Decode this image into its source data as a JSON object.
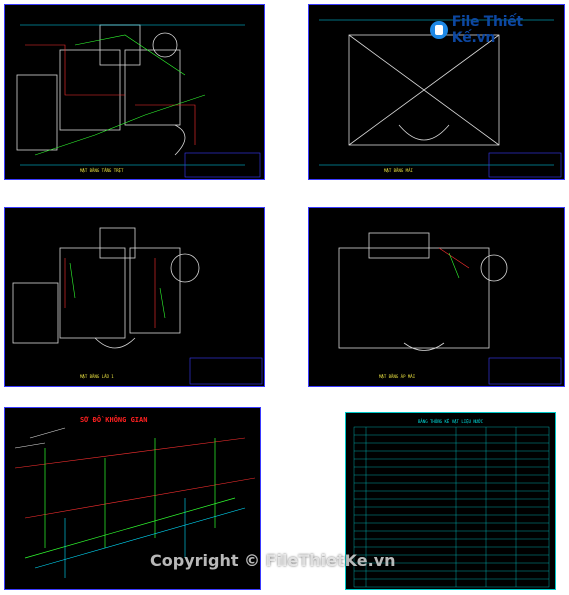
{
  "watermark": {
    "logo_text": "File Thiết Kế.vn",
    "copyright": "Copyright © FileThietKe.vn"
  },
  "sheets": [
    {
      "caption": "MẶT BẰNG TẦNG TRỆT"
    },
    {
      "caption": "MẶT BẰNG MÁI"
    },
    {
      "caption": "MẶT BẰNG LẦU 1"
    },
    {
      "caption": "MẶT BẰNG ÁP MÁI"
    },
    {
      "caption": "SƠ ĐỒ KHÔNG GIAN"
    },
    {
      "caption": "BẢNG THỐNG KÊ VẬT LIỆU NƯỚC"
    }
  ],
  "colors": {
    "sheet_bg": "#000000",
    "border": "#3a3aff",
    "wall": "#e0e0e0",
    "pipe_red": "#ff3030",
    "pipe_green": "#30ff30",
    "pipe_cyan": "#00e0ff",
    "title_red": "#ff2020",
    "table": "#00c8c8"
  }
}
